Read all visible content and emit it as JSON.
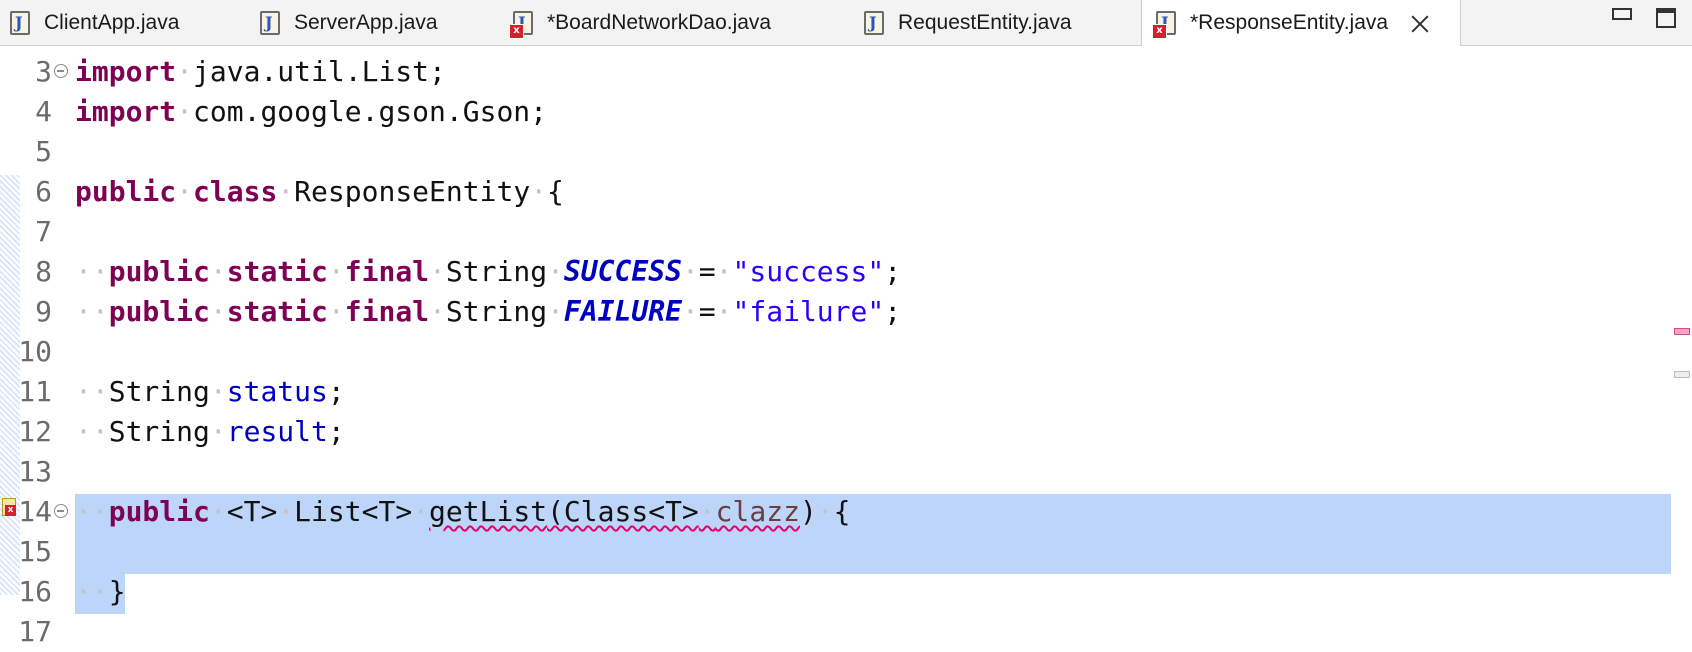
{
  "tabs": [
    {
      "label": "ClientApp.java",
      "icon": "java-file-icon",
      "error": false
    },
    {
      "label": "ServerApp.java",
      "icon": "java-file-icon",
      "error": false
    },
    {
      "label": "*BoardNetworkDao.java",
      "icon": "java-file-error-icon",
      "error": true
    },
    {
      "label": "RequestEntity.java",
      "icon": "java-file-icon",
      "error": false
    },
    {
      "label": "*ResponseEntity.java",
      "icon": "java-file-error-icon",
      "error": true,
      "active": true
    }
  ],
  "editor": {
    "lines": {
      "l3": {
        "num": "3",
        "t1": "import",
        "t2": "java.util.List;"
      },
      "l4": {
        "num": "4",
        "t1": "import",
        "t2": "com.google.gson.Gson;"
      },
      "l5": {
        "num": "5"
      },
      "l6": {
        "num": "6",
        "t1": "public",
        "t2": "class",
        "t3": "ResponseEntity",
        "t4": "{"
      },
      "l7": {
        "num": "7"
      },
      "l8": {
        "num": "8",
        "t1": "public",
        "t2": "static",
        "t3": "final",
        "t4": "String",
        "t5": "SUCCESS",
        "t6": "=",
        "t7": "\"success\"",
        "t8": ";"
      },
      "l9": {
        "num": "9",
        "t1": "public",
        "t2": "static",
        "t3": "final",
        "t4": "String",
        "t5": "FAILURE",
        "t6": "=",
        "t7": "\"failure\"",
        "t8": ";"
      },
      "l10": {
        "num": "10"
      },
      "l11": {
        "num": "11",
        "t1": "String",
        "t2": "status",
        "t3": ";"
      },
      "l12": {
        "num": "12",
        "t1": "String",
        "t2": "result",
        "t3": ";"
      },
      "l13": {
        "num": "13"
      },
      "l14": {
        "num": "14",
        "t1": "public",
        "t2": "<T>",
        "t3": "List<T>",
        "t4": "getList",
        "t5": "(Class<T>",
        "t6": "clazz",
        "t7": ")",
        "t8": "{"
      },
      "l15": {
        "num": "15"
      },
      "l16": {
        "num": "16",
        "t1": "}"
      },
      "l17": {
        "num": "17"
      }
    }
  },
  "colors": {
    "keyword": "#7f0055",
    "string": "#2a00ff",
    "field": "#0000c0",
    "selection": "#bcd5f9",
    "error_underline": "#e8006b"
  }
}
